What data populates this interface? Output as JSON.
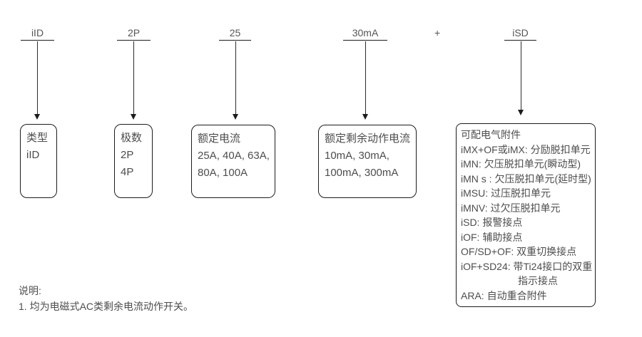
{
  "parts": {
    "type": {
      "code": "iID",
      "box_lines": [
        "类型",
        "iID"
      ]
    },
    "poles": {
      "code": "2P",
      "box_lines": [
        "极数",
        "2P",
        "4P"
      ]
    },
    "rated_current": {
      "code": "25",
      "box_lines": [
        "额定电流",
        "25A, 40A, 63A,",
        "80A, 100A"
      ]
    },
    "residual_current": {
      "code": "30mA",
      "box_lines": [
        "额定剩余动作电流",
        "10mA, 30mA,",
        "100mA, 300mA"
      ]
    },
    "accessory": {
      "code": "iSD",
      "box_lines": [
        "可配电气附件",
        "iMX+OF或iMX: 分励脱扣单元",
        "iMN: 欠压脱扣单元(瞬动型)",
        "iMN s : 欠压脱扣单元(延时型)",
        "iMSU: 过压脱扣单元",
        "iMNV: 过欠压脱扣单元",
        "iSD: 报警接点",
        "iOF: 辅助接点",
        "OF/SD+OF: 双重切换接点",
        "iOF+SD24: 带Ti24接口的双重",
        "指示接点",
        "ARA: 自动重合附件"
      ]
    }
  },
  "separator_plus": "+",
  "notes": {
    "heading": "说明:",
    "item_1": "1. 均为电磁式AC类剩余电流动作开关。"
  },
  "colors": {
    "background": "#ffffff",
    "text": "#4d4d4d",
    "line": "#1c1c1c"
  }
}
